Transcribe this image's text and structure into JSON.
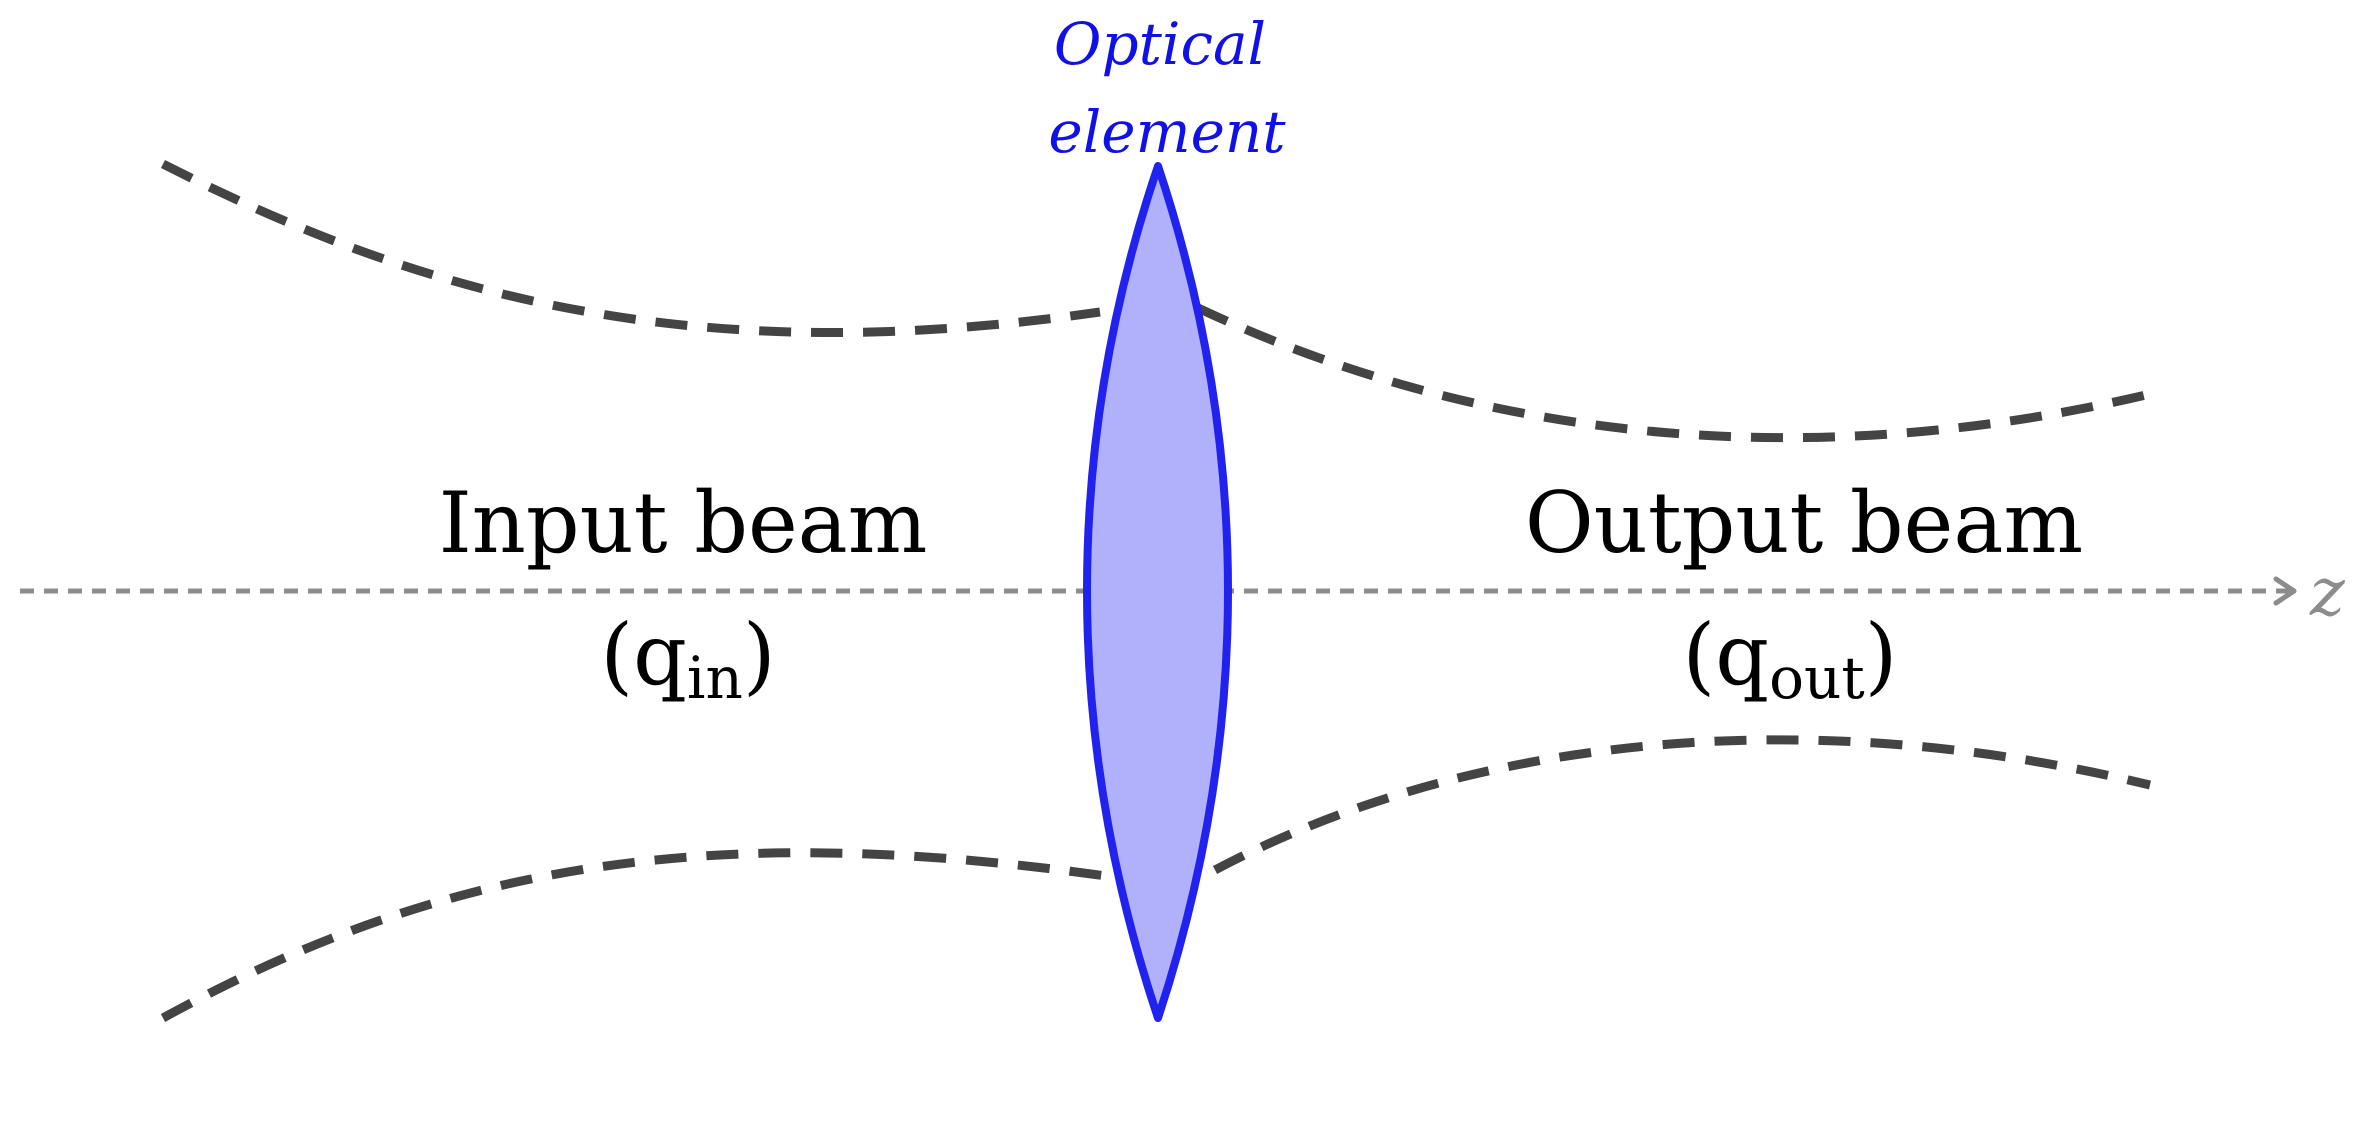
{
  "element_label": {
    "line1": "Optical",
    "line2": "element"
  },
  "input_beam": {
    "title": "Input beam",
    "param_open": "(q",
    "param_sub": "in",
    "param_close": ")"
  },
  "output_beam": {
    "title": "Output beam",
    "param_open": "(q",
    "param_sub": "out",
    "param_close": ")"
  },
  "axis": {
    "label": "z"
  },
  "colors": {
    "lens_stroke": "#2222ee",
    "lens_fill": "#b0b0fb",
    "label_accent": "#1010e8",
    "beam": "#444444",
    "axis": "#8c8c8c",
    "text": "#000000"
  }
}
